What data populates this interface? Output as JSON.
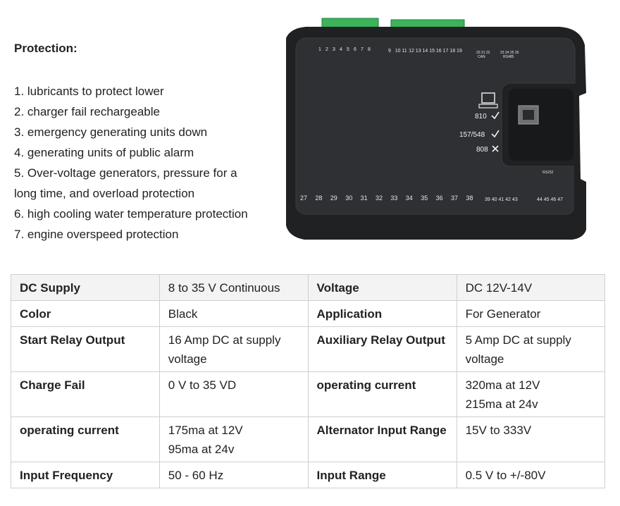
{
  "protection": {
    "heading": "Protection:",
    "items": [
      "1. lubricants to protect lower",
      "2. charger fail rechargeable",
      "3. emergency generating units down",
      "4. generating units of public alarm",
      "5. Over-voltage generators, pressure for a long time, and overload protection",
      "6. high cooling water temperature protection",
      "7. engine overspeed protection"
    ]
  },
  "device": {
    "terminal_top_left": [
      "1",
      "2",
      "3",
      "4",
      "5",
      "6",
      "7",
      "8"
    ],
    "terminal_top_right": [
      "9",
      "10",
      "11",
      "12",
      "13",
      "14",
      "15",
      "16",
      "17",
      "18",
      "19"
    ],
    "can_numbers": "20 21 22",
    "can_label": "CAN",
    "rs485_numbers": "23 24 25 26",
    "rs485_label": "RS485",
    "terminal_bottom_1": [
      "27",
      "28",
      "29",
      "30",
      "31",
      "32",
      "33",
      "34",
      "35",
      "36",
      "37",
      "38"
    ],
    "terminal_bottom_2": "39 40 41 42 43",
    "terminal_bottom_3": "44 45 46 47",
    "status_810": "810",
    "status_157": "157/548",
    "status_808": "808",
    "rs232_label": "RS232"
  },
  "specs": {
    "rows": [
      {
        "k1": "DC Supply",
        "v1": [
          "8 to 35 V Continuous"
        ],
        "k2": "Voltage",
        "v2": [
          "DC 12V-14V"
        ]
      },
      {
        "k1": "Color",
        "v1": [
          "Black"
        ],
        "k2": "Application",
        "v2": [
          "For Generator"
        ]
      },
      {
        "k1": "Start Relay Output",
        "v1": [
          "16 Amp DC at supply",
          "voltage"
        ],
        "k2": "Auxiliary Relay Output",
        "v2": [
          "5 Amp DC at supply",
          "voltage"
        ]
      },
      {
        "k1": "Charge Fail",
        "v1": [
          "0 V to 35 VD"
        ],
        "k2": "operating current",
        "v2": [
          "320ma at 12V",
          "215ma at 24v"
        ]
      },
      {
        "k1": "operating current",
        "v1": [
          "175ma at 12V",
          "95ma at 24v"
        ],
        "k2": "Alternator Input Range",
        "v2": [
          "15V to 333V"
        ]
      },
      {
        "k1": "Input Frequency",
        "v1": [
          "50 - 60 Hz"
        ],
        "k2": "Input Range",
        "v2": [
          "0.5 V to +/-80V"
        ]
      }
    ]
  }
}
